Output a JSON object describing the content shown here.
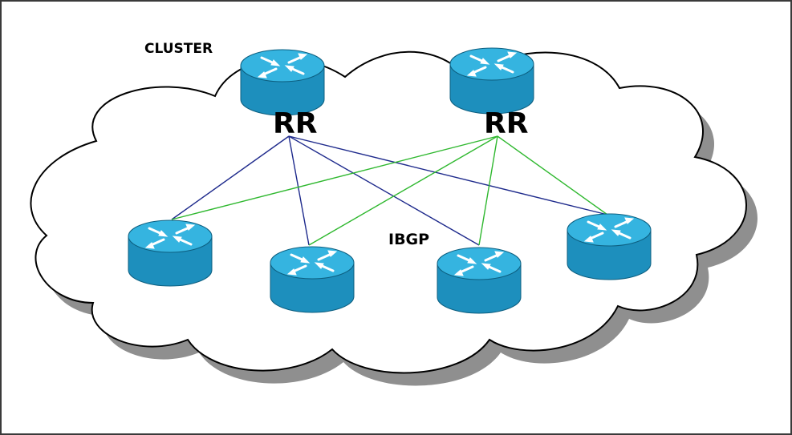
{
  "labels": {
    "cluster": "CLUSTER",
    "protocol": "IBGP",
    "rr_left": "RR",
    "rr_right": "RR"
  },
  "colors": {
    "router_top": "#35b4e0",
    "router_side": "#1d8fbd",
    "cloud_fill": "#ffffff",
    "cloud_shadow": "#8f8f8f",
    "link_left_rr": "#1e2a8c",
    "link_right_rr": "#2fb82f"
  },
  "icons": {
    "router": "router-icon",
    "cloud": "cloud-icon"
  },
  "topology": {
    "route_reflectors": [
      "rr-left",
      "rr-right"
    ],
    "clients": [
      "client-1",
      "client-2",
      "client-3",
      "client-4"
    ],
    "links": [
      {
        "from": "rr-left",
        "to": "client-1"
      },
      {
        "from": "rr-left",
        "to": "client-2"
      },
      {
        "from": "rr-left",
        "to": "client-3"
      },
      {
        "from": "rr-left",
        "to": "client-4"
      },
      {
        "from": "rr-right",
        "to": "client-1"
      },
      {
        "from": "rr-right",
        "to": "client-2"
      },
      {
        "from": "rr-right",
        "to": "client-3"
      },
      {
        "from": "rr-right",
        "to": "client-4"
      }
    ]
  }
}
